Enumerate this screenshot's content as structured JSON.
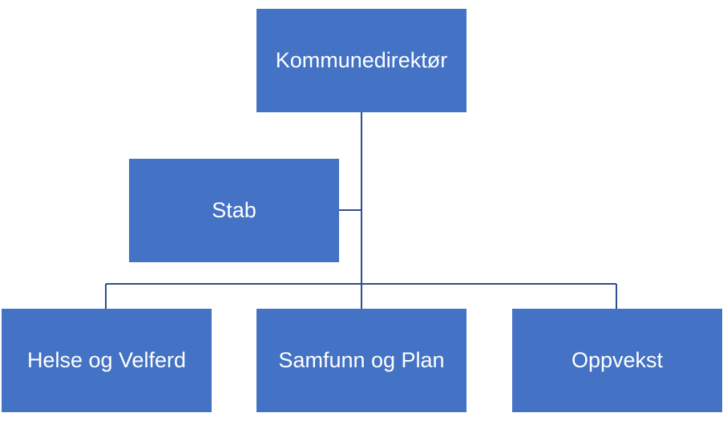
{
  "colors": {
    "box_fill": "#4472C4",
    "connector": "#2F4F8F",
    "text": "#FFFFFF"
  },
  "org_chart": {
    "root": {
      "label": "Kommunedirektør"
    },
    "assistant": {
      "label": "Stab"
    },
    "departments": [
      {
        "label": "Helse og Velferd"
      },
      {
        "label": "Samfunn og Plan"
      },
      {
        "label": "Oppvekst"
      }
    ]
  }
}
